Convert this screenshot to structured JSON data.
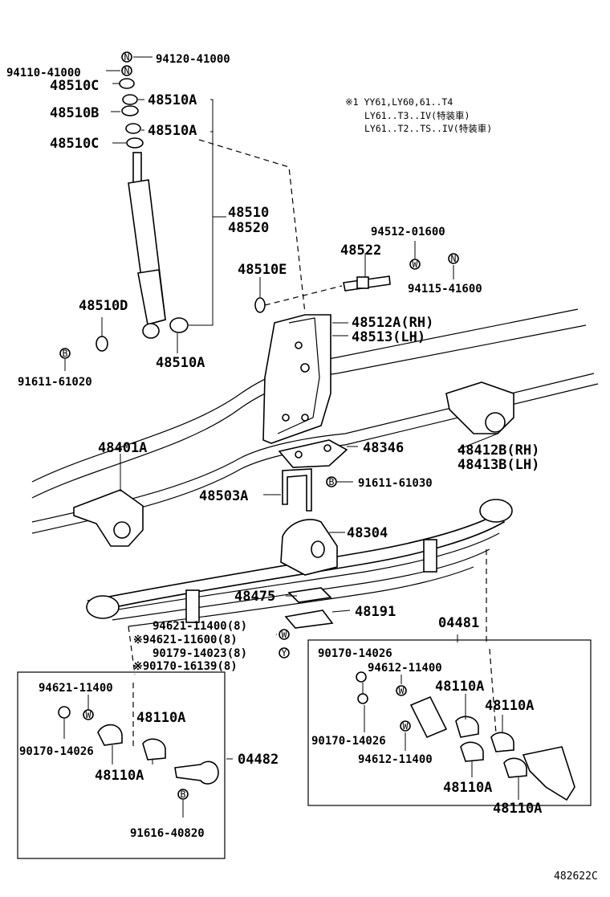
{
  "diagram_code": "482622C",
  "note": {
    "line1": "※1 YY61,LY60,61..T4",
    "line2": "LY61..T3..IV(特装車)",
    "line3": "LY61..T2..TS..IV(特装車)"
  },
  "symbols": {
    "n": "N",
    "w": "W",
    "b": "B",
    "y": "Y"
  },
  "labels": {
    "p94120_41000": "94120-41000",
    "p94110_41000": "94110-41000",
    "p48510C_top": "48510C",
    "p48510A_1": "48510A",
    "p48510B": "48510B",
    "p48510A_2": "48510A",
    "p48510C_bot": "48510C",
    "p48510": "48510",
    "p48520": "48520",
    "p94512_01600": "94512-01600",
    "p48522": "48522",
    "p48510E": "48510E",
    "p94115_41600": "94115-41600",
    "p48510D": "48510D",
    "p91611_61020": "91611-61020",
    "p48510A_3": "48510A",
    "p48512A": "48512A(RH)",
    "p48513": "48513(LH)",
    "p48401A": "48401A",
    "p48346": "48346",
    "p48412B": "48412B(RH)",
    "p48413B": "48413B(LH)",
    "p91611_61030": "91611-61030",
    "p48503A": "48503A",
    "p48304": "48304",
    "p48475": "48475",
    "p48191": "48191",
    "p94621_11400_8": "94621-11400(8)",
    "p94621_11600_8": "※94621-11600(8)",
    "p90179_14023_8": "90179-14023(8)",
    "p90170_16139_8": "※90170-16139(8)",
    "p04481": "04481",
    "p04482": "04482",
    "L_94621_11400": "94621-11400",
    "L_48110A_1": "48110A",
    "L_90170_14026": "90170-14026",
    "L_48110A_2": "48110A",
    "L_91616_40820": "91616-40820",
    "R_90170_14026_a": "90170-14026",
    "R_94612_11400_a": "94612-11400",
    "R_48110A_1": "48110A",
    "R_48110A_2": "48110A",
    "R_90170_14026_b": "90170-14026",
    "R_94612_11400_b": "94612-11400",
    "R_48110A_3": "48110A",
    "R_48110A_4": "48110A"
  }
}
